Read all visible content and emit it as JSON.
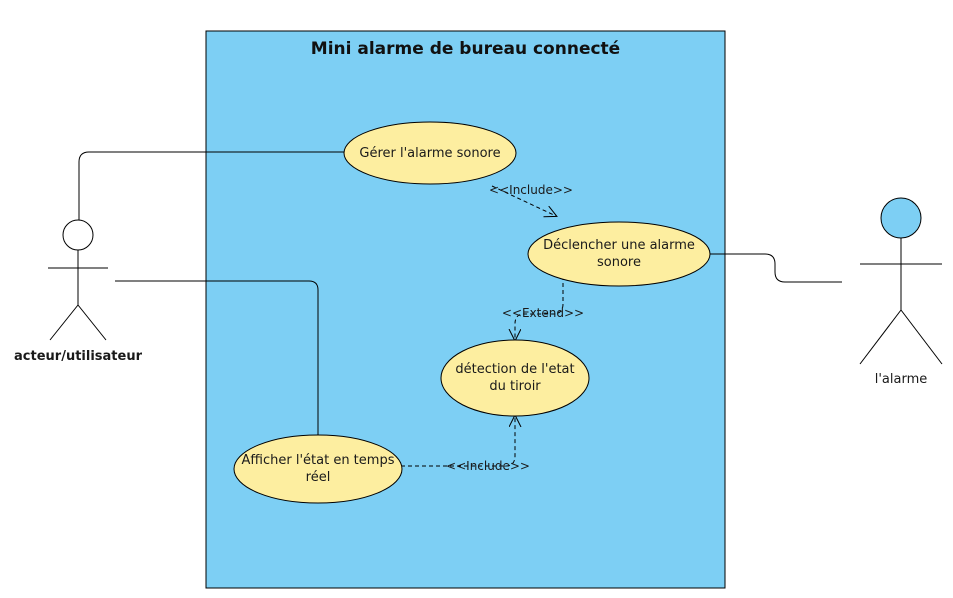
{
  "diagram": {
    "system_title": "Mini alarme de bureau connecté",
    "colors": {
      "system_fill": "#7dcff4",
      "usecase_fill": "#fdeea0",
      "stroke": "#000000",
      "alarm_head": "#7dcff4"
    },
    "actors": {
      "user": {
        "name": "acteur/utilisateur"
      },
      "alarm": {
        "name": "l'alarme"
      }
    },
    "use_cases": {
      "gerer": "Gérer l'alarme sonore",
      "declencher": "Déclencher une alarme sonore",
      "detection": "détection de l'etat du tiroir",
      "afficher": "Afficher l'état en temps réel"
    },
    "relations": {
      "include1": "<<Include>>",
      "extend": "<<Extend>>",
      "include2": "<<Include>>"
    }
  }
}
